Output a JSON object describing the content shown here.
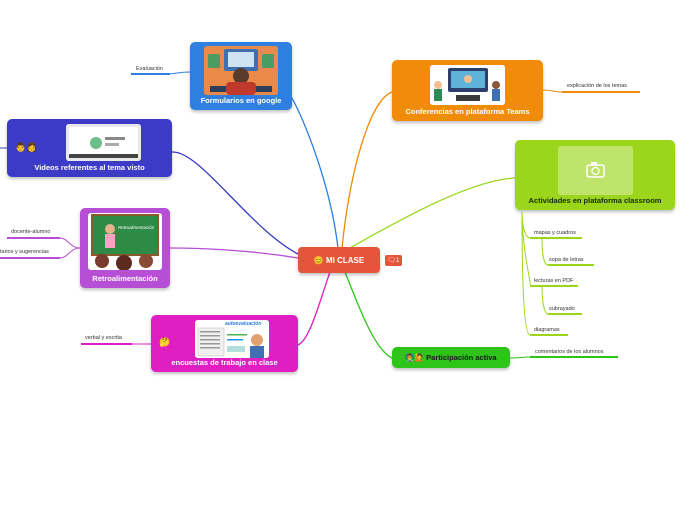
{
  "center": {
    "label": "MI CLASE",
    "icon": "smiley-face-icon",
    "comment_count": "1"
  },
  "colors": {
    "center": "#e5553b",
    "formularios": "#2e7fe0",
    "videos": "#3b3bc8",
    "retro": "#b64ed6",
    "encuestas": "#e01fc3",
    "teams": "#f08c0a",
    "classroom": "#9bd61c",
    "participacion": "#2fc41a"
  },
  "topics": {
    "formularios": {
      "label": "Formularios en google",
      "children": [
        "Evaluación"
      ]
    },
    "videos": {
      "label": "Videos referentes al tema visto"
    },
    "retro": {
      "label": "Retroalimentación",
      "image_text": "Retroalimentación",
      "children": [
        "docente-alumno",
        "tarios y sugerencias"
      ]
    },
    "encuestas": {
      "label": "encuestas de trabajo en clase",
      "image_text": "autoevaluación",
      "children": [
        "verbal y escrita"
      ]
    },
    "teams": {
      "label": "Conferencias en plataforma Teams",
      "children": [
        "explicación de los temas"
      ]
    },
    "classroom": {
      "label": "Actividades en plataforma classroom",
      "icon": "camera-icon",
      "children": [
        "mapas y cuadros",
        "sopa de letras",
        "lecturas en PDF",
        "subrayado",
        "diagramas"
      ]
    },
    "participacion": {
      "label": "Participación activa",
      "children": [
        "comentarios de los alumnos"
      ]
    }
  }
}
